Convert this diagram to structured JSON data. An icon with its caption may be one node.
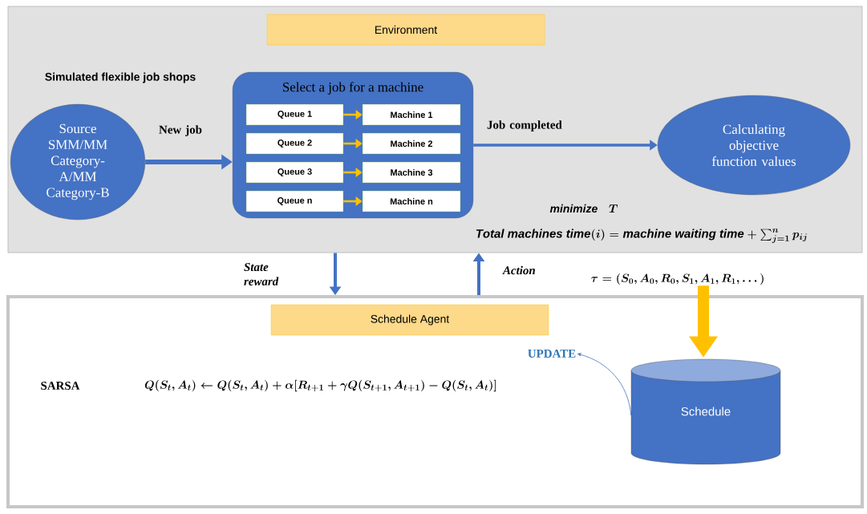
{
  "diagram": {
    "nodes": [
      {
        "text": [],
        "shape": "box"
      },
      {
        "text": [
          "Environment"
        ],
        "in": 0
      },
      {
        "text": [
          "Source SMM/MM Category- A/MM Category-B"
        ],
        "in": 0
      },
      {
        "text": [
          "Select a job for a machine"
        ],
        "in": 0
      },
      {
        "text": [
          "Queue 1"
        ],
        "in": 3
      },
      {
        "text": [
          "Machine 1"
        ],
        "in": 3
      },
      {
        "text": [
          "Queue 2"
        ],
        "in": 3
      },
      {
        "text": [
          "Machine 2"
        ],
        "in": 3
      },
      {
        "text": [
          "Queue 3"
        ],
        "in": 3
      },
      {
        "text": [
          "Machine 3"
        ],
        "in": 3
      },
      {
        "text": [
          "Queue n"
        ],
        "in": 3
      },
      {
        "text": [
          "Machine n"
        ],
        "in": 3
      },
      {
        "text": [
          "Calculating objective function values"
        ],
        "in": 0
      },
      {
        "text": [],
        "shape": "box"
      },
      {
        "text": [
          "Schedule Agent"
        ],
        "in": 13
      },
      {
        "text": [
          "Schedule"
        ],
        "in": 13
      },
      {
        "text": [
          "UPDATE"
        ],
        "in": 13
      },
      {
        "text": [
          "\\tau=(S_0,A_0,R_0,S_1,A_1,R_1,\\dots)"
        ]
      }
    ],
    "edges": [
      {
        "from": 2,
        "to": 3,
        "arrow": "to",
        "label": "New job",
        "style": "thick",
        "color": "#4472c4"
      },
      {
        "from": 4,
        "to": 5,
        "arrow": "to",
        "color": "#ffc000"
      },
      {
        "from": 6,
        "to": 7,
        "arrow": "to",
        "color": "#ffc000"
      },
      {
        "from": 8,
        "to": 9,
        "arrow": "to",
        "color": "#ffc000"
      },
      {
        "from": 10,
        "to": 11,
        "arrow": "to",
        "color": "#ffc000"
      },
      {
        "from": 3,
        "to": 12,
        "arrow": "to",
        "label": "Job completed",
        "color": "#4472c4"
      },
      {
        "from": 0,
        "to": 13,
        "arrow": "to",
        "label": "State reward",
        "color": "#4472c4"
      },
      {
        "from": 13,
        "to": 0,
        "arrow": "to",
        "label": "Action",
        "color": "#4472c4"
      },
      {
        "from": 17,
        "to": 15,
        "arrow": "to",
        "style": "thick",
        "color": "#ffc000"
      },
      {
        "from": 15,
        "to": 16,
        "arrow": "to",
        "color": "#4472c4"
      }
    ],
    "labels": [
      "Simulated flexible job shops",
      "\\mathit{minimize}\\;\\;\\; T",
      "\\mathit{Total\\ machines\\ time}(i)=\\mathit{machine\\ waiting\\ time}+\\sum\\nolimits_{j=1}^{n}p_{ij}",
      "SARSA",
      "Q(S_t,A_t)\\leftarrow Q(S_t,A_t)+\\alpha[R_{t+1}+\\gamma Q(S_{t+1},A_{t+1})-Q(S_t,A_t)]"
    ]
  }
}
